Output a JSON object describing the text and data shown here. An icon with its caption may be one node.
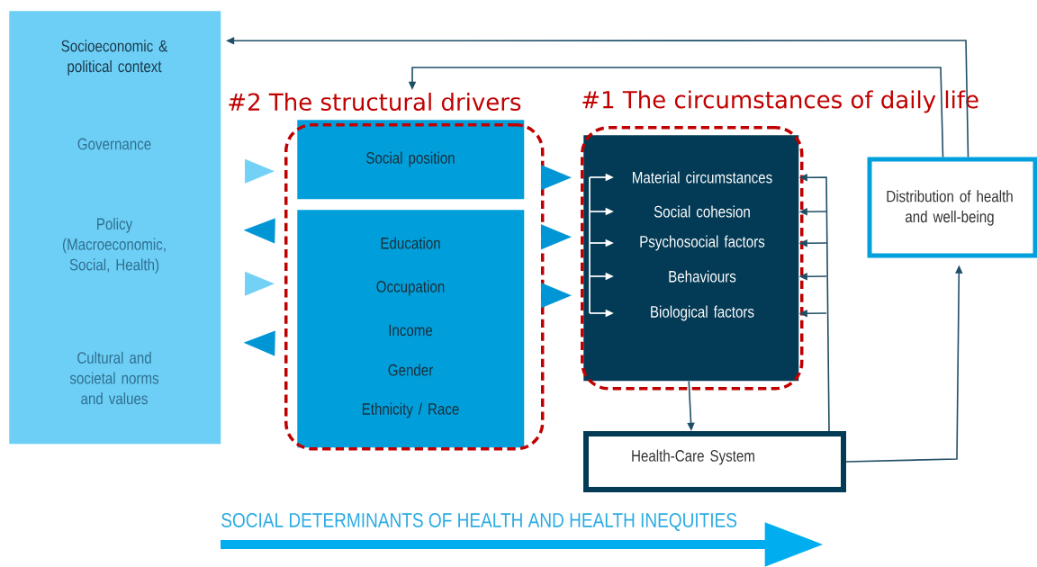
{
  "diagram": {
    "nodes": [
      {
        "text": [
          "Socioeconomic & political context",
          "Governance",
          "Policy (Macroeconomic, Social, Health)",
          "Cultural and societal norms and values"
        ]
      },
      {
        "text": [
          "#2 The structural drivers"
        ]
      },
      {
        "text": [
          "Social position"
        ],
        "in": 1
      },
      {
        "text": [
          "Education",
          "Occupation",
          "Income",
          "Gender",
          "Ethnicity / Race"
        ],
        "in": 1
      },
      {
        "text": [
          "#1 The circumstances of daily life"
        ]
      },
      {
        "text": [
          "Material circumstances",
          "Social cohesion",
          "Psychosocial factors",
          "Behaviours",
          "Biological factors"
        ],
        "in": 4
      },
      {
        "text": [
          "Distribution of health and well-being"
        ]
      },
      {
        "text": [
          "Health-Care System"
        ]
      }
    ],
    "edges": [
      {
        "from": 0,
        "to": 2,
        "arrow": "to",
        "color": "#74d1f6"
      },
      {
        "from": 1,
        "to": 0,
        "arrow": "to",
        "color": "#0096d6"
      },
      {
        "from": 0,
        "to": 3,
        "arrow": "to",
        "color": "#74d1f6"
      },
      {
        "from": 1,
        "to": 0,
        "arrow": "to",
        "color": "#0096d6"
      },
      {
        "from": 2,
        "to": 5,
        "arrow": "to",
        "color": "#0096d6"
      },
      {
        "from": 3,
        "to": 5,
        "arrow": "to",
        "color": "#0096d6"
      },
      {
        "from": 3,
        "to": 5,
        "arrow": "to",
        "color": "#0096d6"
      },
      {
        "from": 5,
        "to": 7,
        "arrow": "to"
      },
      {
        "from": 7,
        "to": 5,
        "arrow": "to"
      },
      {
        "from": 7,
        "to": 6,
        "arrow": "to"
      },
      {
        "from": 6,
        "to": 0,
        "arrow": "to"
      },
      {
        "from": 6,
        "to": 1,
        "arrow": "to"
      }
    ],
    "labels": [
      "SOCIAL DETERMINANTS OF HEALTH AND HEALTH INEQUITIES"
    ]
  }
}
